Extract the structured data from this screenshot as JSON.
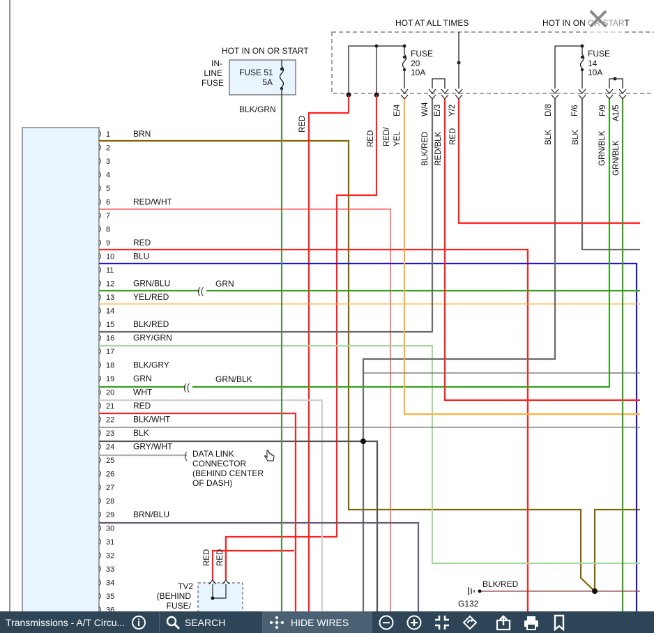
{
  "header": {
    "hot_at_all_times": "HOT AT ALL TIMES",
    "hot_in_on_or_start_right": "HOT IN ON OR START",
    "hot_in_on_or_start_left": "HOT IN ON OR START"
  },
  "inline_fuse": {
    "label_lines": [
      "IN-",
      "LINE",
      "FUSE"
    ],
    "name": "FUSE 51",
    "rating": "5A",
    "wire": "BLK/GRN"
  },
  "fuse20": {
    "lines": [
      "FUSE",
      "20",
      "10A"
    ]
  },
  "fuse14": {
    "lines": [
      "FUSE",
      "14",
      "10A"
    ]
  },
  "top_connectors": [
    "E/4",
    "W/4",
    "E/3",
    "Y/2",
    "D/8",
    "F/6",
    "F/9",
    "A1/5"
  ],
  "top_wires": [
    "RED",
    "RED",
    "RED/ YEL",
    "BLK/RED",
    "RED/BLK",
    "RED",
    "BLK",
    "BLK",
    "GRN/BLK",
    "GRN/BLK"
  ],
  "pins": [
    {
      "n": "1",
      "wire": "BRN"
    },
    {
      "n": "2",
      "wire": ""
    },
    {
      "n": "3",
      "wire": ""
    },
    {
      "n": "4",
      "wire": ""
    },
    {
      "n": "5",
      "wire": ""
    },
    {
      "n": "6",
      "wire": "RED/WHT"
    },
    {
      "n": "7",
      "wire": ""
    },
    {
      "n": "8",
      "wire": ""
    },
    {
      "n": "9",
      "wire": "RED"
    },
    {
      "n": "10",
      "wire": "BLU"
    },
    {
      "n": "11",
      "wire": ""
    },
    {
      "n": "12",
      "wire": "GRN/BLU"
    },
    {
      "n": "13",
      "wire": "YEL/RED"
    },
    {
      "n": "14",
      "wire": ""
    },
    {
      "n": "15",
      "wire": "BLK/RED"
    },
    {
      "n": "16",
      "wire": "GRY/GRN"
    },
    {
      "n": "17",
      "wire": ""
    },
    {
      "n": "18",
      "wire": "BLK/GRY"
    },
    {
      "n": "19",
      "wire": "GRN"
    },
    {
      "n": "20",
      "wire": "WHT"
    },
    {
      "n": "21",
      "wire": "RED"
    },
    {
      "n": "22",
      "wire": "BLK/WHT"
    },
    {
      "n": "23",
      "wire": "BLK"
    },
    {
      "n": "24",
      "wire": "GRY/WHT"
    },
    {
      "n": "25",
      "wire": ""
    },
    {
      "n": "26",
      "wire": ""
    },
    {
      "n": "27",
      "wire": ""
    },
    {
      "n": "28",
      "wire": ""
    },
    {
      "n": "29",
      "wire": "BRN/BLU"
    },
    {
      "n": "30",
      "wire": ""
    },
    {
      "n": "31",
      "wire": ""
    },
    {
      "n": "32",
      "wire": ""
    },
    {
      "n": "33",
      "wire": ""
    },
    {
      "n": "34",
      "wire": ""
    },
    {
      "n": "35",
      "wire": ""
    },
    {
      "n": "36",
      "wire": ""
    }
  ],
  "inline_labels": {
    "grn": "GRN",
    "grn_blk": "GRN/BLK"
  },
  "data_link": {
    "lines": [
      "DATA LINK",
      "CONNECTOR",
      "(BEHIND CENTER",
      "OF DASH)"
    ]
  },
  "tv2": {
    "lines": [
      "TV2",
      "(BEHIND",
      "FUSE/"
    ],
    "wires": [
      "RED",
      "RED"
    ]
  },
  "ground": {
    "wire": "BLK/RED",
    "name": "G132"
  },
  "toolbar": {
    "title": "Transmissions - A/T Circu...",
    "search": "SEARCH",
    "hide_wires": "HIDE WIRES"
  },
  "icons": {
    "info": "info-icon",
    "search": "search-icon",
    "hide_wires": "wires-icon",
    "zoom_out": "zoom-out-icon",
    "zoom_in": "zoom-in-icon",
    "fit": "fit-screen-icon",
    "rotate": "rotate-icon",
    "share": "share-icon",
    "print": "print-icon",
    "bookmark": "bookmark-icon",
    "close": "close-icon"
  },
  "colors": {
    "red": "#ff2020",
    "brn": "#806600",
    "blu": "#1a1acc",
    "grn": "#3aa020",
    "yel": "#ffb040",
    "gry": "#6a6a6a",
    "ltgrn": "#a8d8a0",
    "wht": "#d0d0d0",
    "toolbar": "#2e4557"
  }
}
